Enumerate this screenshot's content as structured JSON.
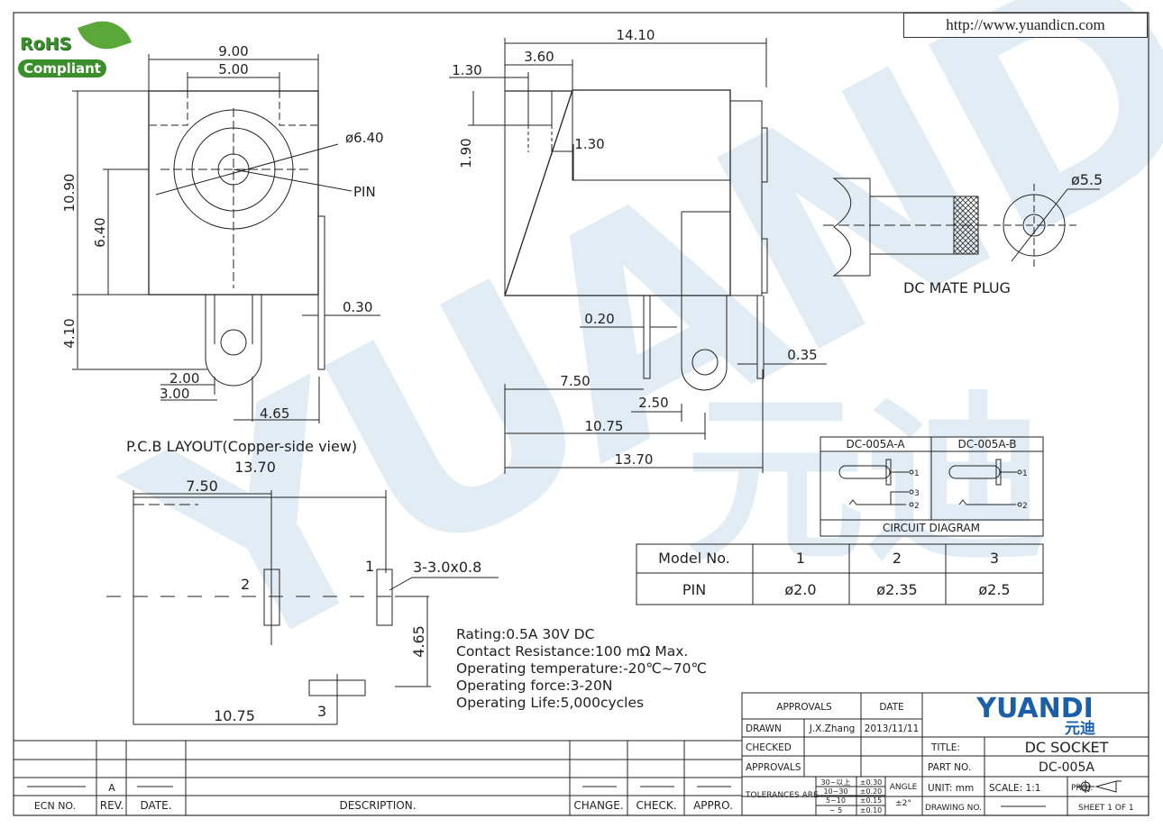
{
  "header": {
    "url": "http://www.yuandicn.com",
    "rohs_line1": "RoHS",
    "rohs_line2": "Compliant",
    "watermark": "YUANDI",
    "watermark_cn": "元迪"
  },
  "front_view": {
    "dim_width": "9.00",
    "dim_inner": "5.00",
    "dim_height": "10.90",
    "dim_center": "6.40",
    "dim_bore": "ø6.40",
    "pin_label": "PIN",
    "dim_pin_drop": "4.10",
    "dim_pin_thk": "0.30",
    "dim_a": "2.00",
    "dim_b": "3.00",
    "dim_c": "4.65"
  },
  "side_view": {
    "dim_total": "14.10",
    "dim_step": "3.60",
    "dim_lip": "1.30",
    "dim_lip_h": "1.90",
    "dim_inner": "1.30",
    "dim_pin": "0.20",
    "dim_pin2": "0.35",
    "dim_750": "7.50",
    "dim_250": "2.50",
    "dim_1075": "10.75",
    "dim_1370": "13.70"
  },
  "mate_plug": {
    "dia": "ø5.5",
    "label": "DC MATE PLUG"
  },
  "pcb": {
    "title": "P.C.B LAYOUT(Copper-side view)",
    "dim_1370": "13.70",
    "dim_750": "7.50",
    "pad1": "1",
    "pad2": "2",
    "pad3": "3",
    "slot": "3-3.0x0.8",
    "dim_465": "4.65",
    "dim_1075": "10.75"
  },
  "specs": [
    "Rating:0.5A 30V DC",
    "Contact Resistance:100 mΩ Max.",
    "Operating temperature:-20℃~70℃",
    "Operating force:3-20N",
    "Operating Life:5,000cycles"
  ],
  "circuit": {
    "col_a": "DC-005A-A",
    "col_b": "DC-005A-B",
    "caption": "CIRCUIT DIAGRAM",
    "pin1": "1",
    "pin2": "2",
    "pin3": "3"
  },
  "model_table": {
    "headers": [
      "Model No.",
      "1",
      "2",
      "3"
    ],
    "row": [
      "PIN",
      "ø2.0",
      "ø2.35",
      "ø2.5"
    ]
  },
  "revision_block": {
    "headers": [
      "ECN NO.",
      "REV.",
      "DATE.",
      "DESCRIPTION.",
      "CHANGE.",
      "CHECK.",
      "APPRO."
    ],
    "rev": "A"
  },
  "title_block": {
    "approvals": "APPROVALS",
    "date": "DATE",
    "drawn": "DRAWN",
    "drawn_by": "J.X.Zhang",
    "drawn_date": "2013/11/11",
    "checked": "CHECKED",
    "approvals2": "APPROVALS",
    "tolerances": "TOLERANCES ARE",
    "tol_rows": [
      [
        "30~以上",
        "±0.30"
      ],
      [
        "10~30",
        "±0.20"
      ],
      [
        "5~10",
        "±0.15"
      ],
      [
        "~ 5",
        "±0.10"
      ]
    ],
    "angle": "ANGLE",
    "angle_val": "±2°",
    "logo": "YUANDI",
    "logo_cn": "元迪",
    "title_label": "TITLE:",
    "title": "DC SOCKET",
    "part_label": "PART NO.",
    "part_no": "DC-005A",
    "unit": "UNIT:  mm",
    "scale": "SCALE:   1:1",
    "proj": "PROJ.",
    "drawing_no": "DRAWING NO.",
    "sheet": "SHEET   1  OF  1"
  }
}
